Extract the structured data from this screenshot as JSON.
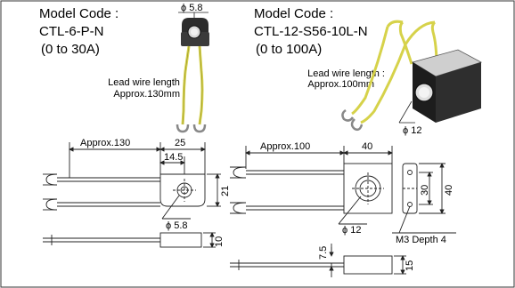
{
  "left": {
    "model_title": "Model Code :",
    "model_code": "CTL-6-P-N",
    "range": "(0 to 30A)",
    "lead_label": "Lead wire length :",
    "lead_value": "Approx.130mm",
    "top_dia": "ϕ 5.8",
    "dim_approx": "Approx.130",
    "dim_width": "25",
    "dim_offset": "14.5",
    "dim_height": "21",
    "dim_hole": "ϕ 5.8",
    "dim_thick": "10"
  },
  "right": {
    "model_title": "Model Code :",
    "model_code": "CTL-12-S56-10L-N",
    "range": "(0 to 100A)",
    "lead_label": "Lead wire length :",
    "lead_value": "Approx.100mm",
    "photo_hole": "ϕ 12",
    "dim_approx": "Approx.100",
    "dim_width": "40",
    "dim_hole": "ϕ 12",
    "dim_inner": "30",
    "dim_outer": "40",
    "dim_mount": "M3 Depth 4",
    "dim_small": "7.5",
    "dim_thick": "15"
  },
  "colors": {
    "wire": "#d6d24a",
    "body": "#2a2a2a",
    "line": "#222222"
  }
}
